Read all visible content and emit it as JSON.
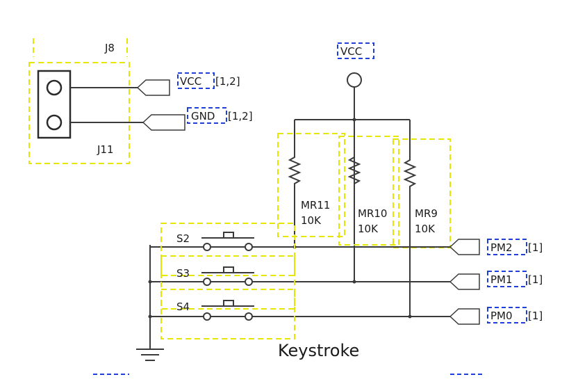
{
  "connectors": {
    "j8": "J8",
    "j11": "J11"
  },
  "power": {
    "vcc_top": "VCC"
  },
  "nets": {
    "vcc": {
      "name": "VCC",
      "ref": "[1,2]"
    },
    "gnd": {
      "name": "GND",
      "ref": "[1,2]"
    },
    "pm2": {
      "name": "PM2",
      "ref": "[1]"
    },
    "pm1": {
      "name": "PM1",
      "ref": "[1]"
    },
    "pm0": {
      "name": "PM0",
      "ref": "[1]"
    }
  },
  "resistors": [
    {
      "ref": "MR11",
      "value": "10K"
    },
    {
      "ref": "MR10",
      "value": "10K"
    },
    {
      "ref": "MR9",
      "value": "10K"
    }
  ],
  "switches": [
    "S2",
    "S3",
    "S4"
  ],
  "caption": "Keystroke",
  "colors": {
    "wire": "#3a3a3a",
    "designator_box": "#e6e600",
    "net_label_box": "#1f3fd6"
  }
}
